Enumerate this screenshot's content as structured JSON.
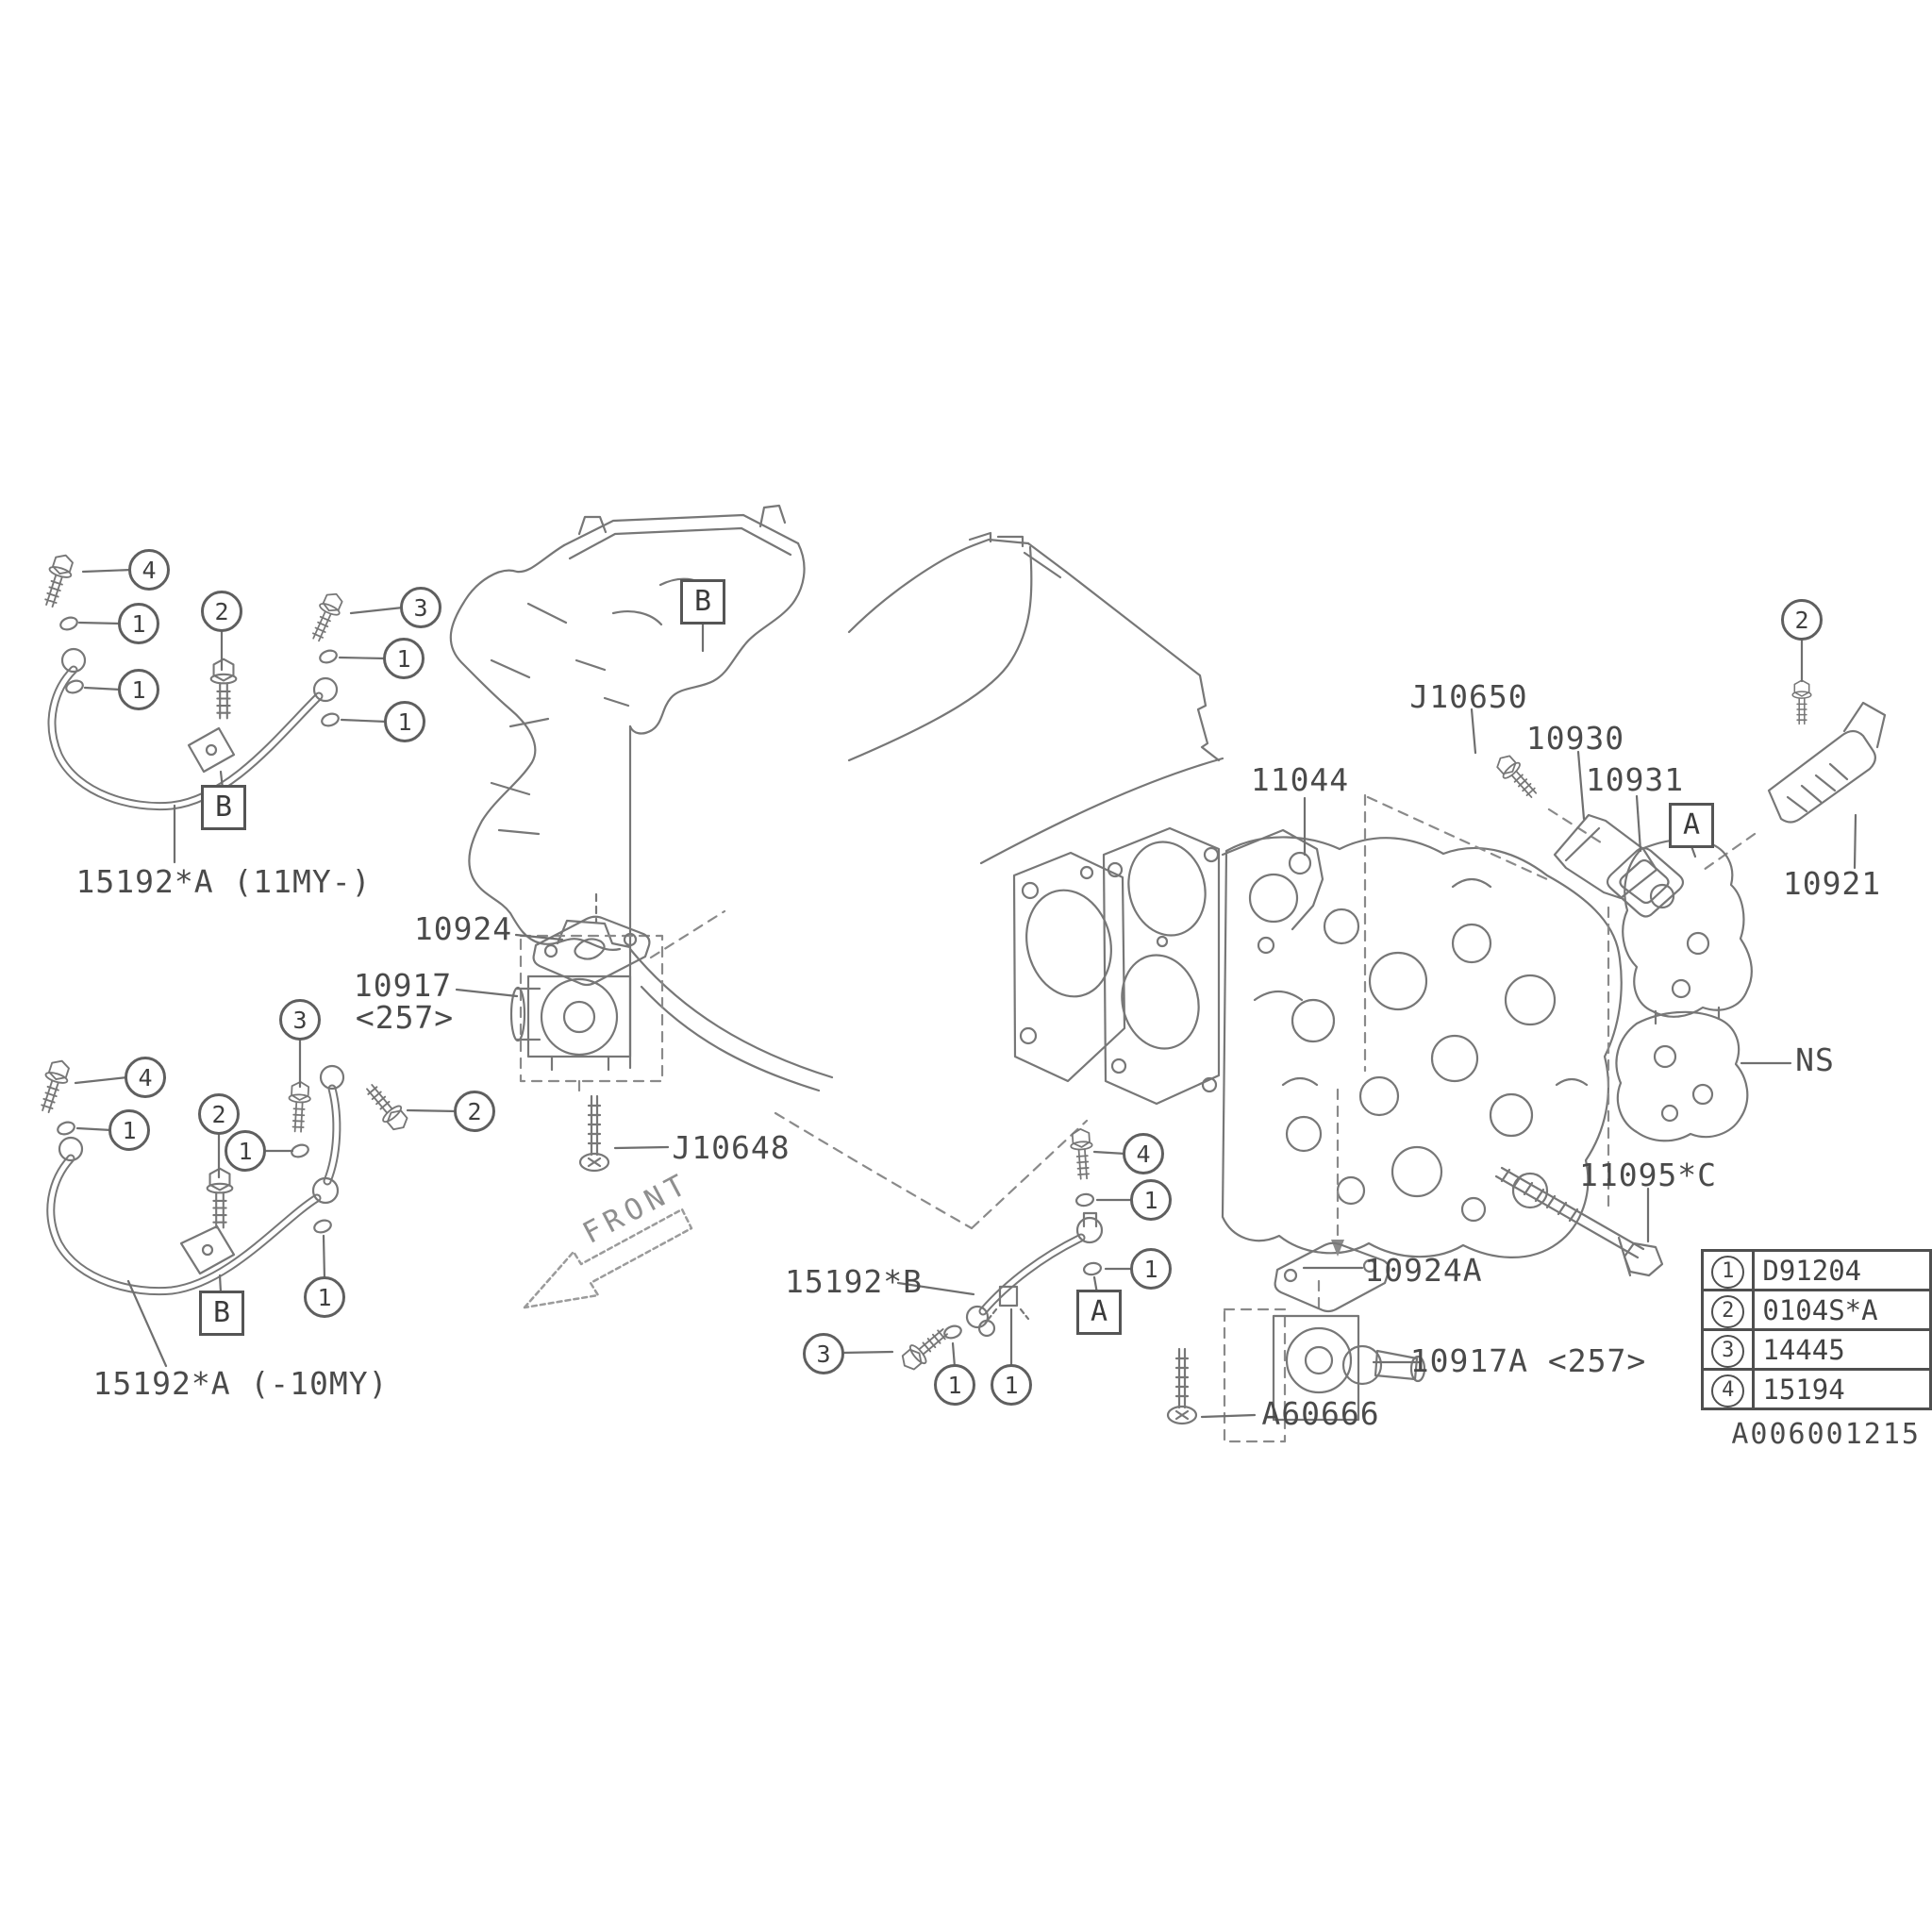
{
  "part_labels": {
    "pipe_a_11my": "15192*A (11MY-)",
    "pipe_a_10my": "15192*A (-10MY)",
    "pipe_b": "15192*B",
    "p10924": "10924",
    "p10917": "10917",
    "p10917_variant": "<257>",
    "j10648": "J10648",
    "j10650": "J10650",
    "p10930": "10930",
    "p10931": "10931",
    "p10921": "10921",
    "p11044": "11044",
    "p11095c": "11095*C",
    "ns": "NS",
    "p10924a": "10924A",
    "p10917a": "10917A <257>",
    "a60666": "A60666"
  },
  "section_boxes": {
    "engine_b": "B",
    "pipe1_b": "B",
    "pipe2_b": "B",
    "pipe3_a": "A",
    "head_a": "A"
  },
  "callouts": {
    "g1": {
      "c4": "4",
      "c1a": "1",
      "c1b": "1",
      "c2": "2",
      "c3": "3",
      "c1c": "1",
      "c1d": "1"
    },
    "g2": {
      "c4": "4",
      "c1a": "1",
      "c2": "2",
      "c1b": "1",
      "c3": "3",
      "c1c": "1",
      "c2r": "2"
    },
    "g3": {
      "c4": "4",
      "c1a": "1",
      "c1b": "1",
      "c3": "3",
      "c1c": "1",
      "c1d": "1"
    },
    "right": {
      "c2": "2"
    }
  },
  "legend": {
    "rows": [
      {
        "num": "1",
        "code": "D91204"
      },
      {
        "num": "2",
        "code": "0104S*A"
      },
      {
        "num": "3",
        "code": "14445"
      },
      {
        "num": "4",
        "code": "15194"
      }
    ]
  },
  "front_label": "FRONT",
  "diagram_code": "A006001215"
}
